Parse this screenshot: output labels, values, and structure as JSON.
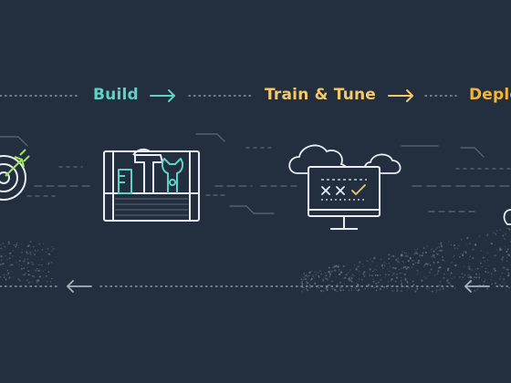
{
  "stages": [
    {
      "label": "Build",
      "color": "#5ed3c5",
      "icon": "toolbox-icon"
    },
    {
      "label": "Train & Tune",
      "color": "#f5c96a",
      "icon": "monitor-cloud-icon"
    },
    {
      "label": "Deploy",
      "color": "#f2b53a",
      "icon": "cloud-icon"
    }
  ],
  "start_icon": "target-arrow-icon",
  "colors": {
    "background": "#232f3e",
    "line": "#8a96a3",
    "faint_line": "#4a5868",
    "icon_white": "#e8edf2",
    "teal": "#5ed3c5",
    "yellow": "#f5c96a",
    "green": "#9fe25c"
  }
}
